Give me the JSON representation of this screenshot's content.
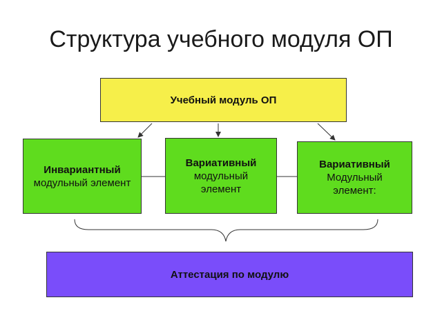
{
  "title": "Структура учебного модуля ОП",
  "top_module": "Учебный модуль ОП",
  "modules": [
    {
      "line1": "Инвариантный",
      "line2": "модульный элемент",
      "line3": ""
    },
    {
      "line1": "Вариативный",
      "line2": "модульный",
      "line3": "элемент"
    },
    {
      "line1": "Вариативный",
      "line2": "Модульный",
      "line3": "элемент:"
    }
  ],
  "attestation": "Аттестация по модулю",
  "colors": {
    "top": "#f6ef4a",
    "modules": "#5fdc1e",
    "attestation": "#7a4dfa"
  }
}
